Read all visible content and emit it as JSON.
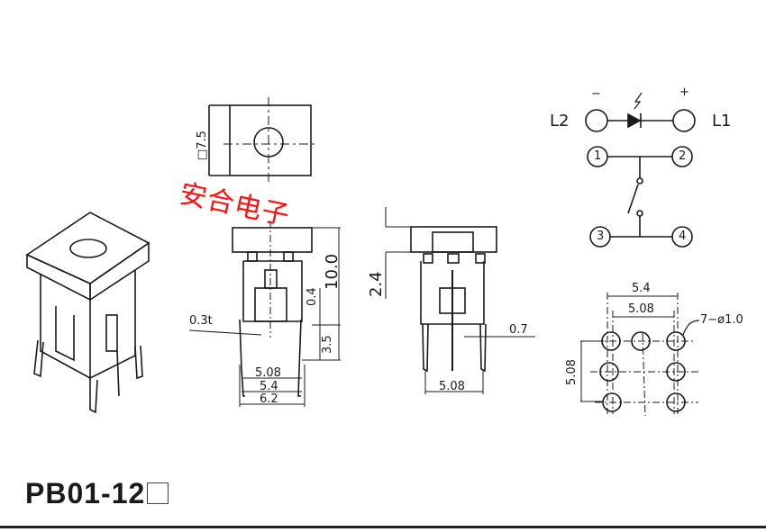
{
  "title": {
    "model": "PB01-12",
    "suffix_box": "□"
  },
  "watermark": {
    "text": "安合电子",
    "color": "#ff1010"
  },
  "top_view": {
    "dimension": "□7.5"
  },
  "front_view": {
    "dimensions": {
      "height_total": "10.0",
      "gap": "0.4",
      "pin_length": "3.5",
      "pin_thickness": "0.3t",
      "pitch_inner": "5.08",
      "pitch_mid": "5.4",
      "width_outer": "6.2"
    }
  },
  "side_view": {
    "dimensions": {
      "travel": "2.4",
      "pin_width": "0.7",
      "pitch": "5.08"
    }
  },
  "schematic": {
    "led_minus": "−",
    "led_plus": "+",
    "led_left_label": "L2",
    "led_right_label": "L1",
    "pins": [
      "1",
      "2",
      "3",
      "4"
    ]
  },
  "pcb_layout": {
    "dim_outer": "5.4",
    "dim_inner": "5.08",
    "dim_vertical": "5.08",
    "holes": "7−ø1.0"
  }
}
